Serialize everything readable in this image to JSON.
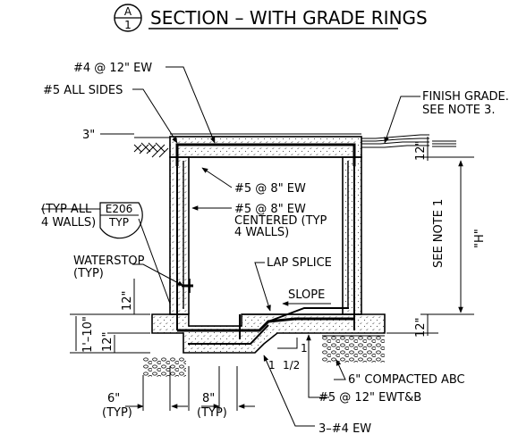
{
  "title": {
    "bubble_top": "A",
    "bubble_bottom": "1",
    "text": "SECTION – WITH GRADE RINGS"
  },
  "notes": {
    "top_rebar": "#4 @ 12\" EW",
    "all_sides": "#5 ALL SIDES",
    "cover": "3\"",
    "finish_grade_1": "FINISH GRADE.",
    "finish_grade_2": "SEE NOTE 3.",
    "wall_rebar": "#5 @ 8\" EW",
    "centered_1": "#5 @ 8\" EW",
    "centered_2": "CENTERED (TYP",
    "centered_3": "4 WALLS)",
    "typ_all_1": "(TYP ALL",
    "typ_all_2": "4 WALLS)",
    "detail_ref_top": "E206",
    "detail_ref_bottom": "TYP",
    "waterstop_1": "WATERSTOP",
    "waterstop_2": "(TYP)",
    "lap_splice": "LAP SPLICE",
    "slope": "SLOPE",
    "see_note_1": "SEE NOTE 1",
    "height": "\"H\"",
    "dim_12_top": "12\"",
    "dim_12_bottom": "12\"",
    "dim_12_left_a": "12\"",
    "dim_12_left_b": "12\"",
    "dim_1_10": "1'–10\"",
    "slope_ratio_1": "1",
    "slope_ratio_2": "1 1/2",
    "compacted": "6\" COMPACTED ABC",
    "bottom_rebar": "#5 @ 12\" EWT&B",
    "dim_6": "6\"",
    "dim_6_typ": "(TYP)",
    "dim_8": "8\"",
    "dim_8_typ": "(TYP)",
    "bottom_bars": "3–#4 EW"
  }
}
